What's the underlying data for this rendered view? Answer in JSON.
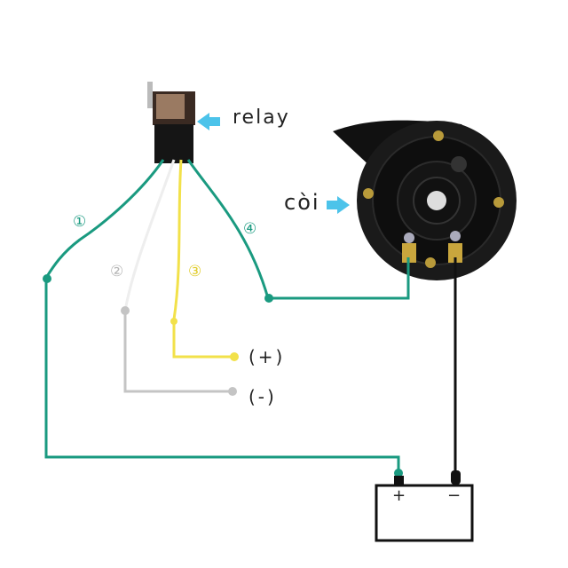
{
  "labels": {
    "relay": "relay",
    "horn": "còi",
    "positive_terminal": "(+)",
    "negative_terminal": "(-)"
  },
  "wires": [
    {
      "number": "①",
      "color": "#1a9a80",
      "description": "relay to battery +"
    },
    {
      "number": "②",
      "color": "#c4c4c4",
      "description": "relay to (-)"
    },
    {
      "number": "③",
      "color": "#f2e14a",
      "description": "relay to (+)"
    },
    {
      "number": "④",
      "color": "#1a9a80",
      "description": "relay to horn"
    }
  ],
  "battery": {
    "plus": "+",
    "minus": "−"
  },
  "colors": {
    "teal": "#1a9a80",
    "yellow": "#f2e14a",
    "gray": "#c4c4c4",
    "arrow": "#4cc3ea",
    "black": "#111111"
  }
}
